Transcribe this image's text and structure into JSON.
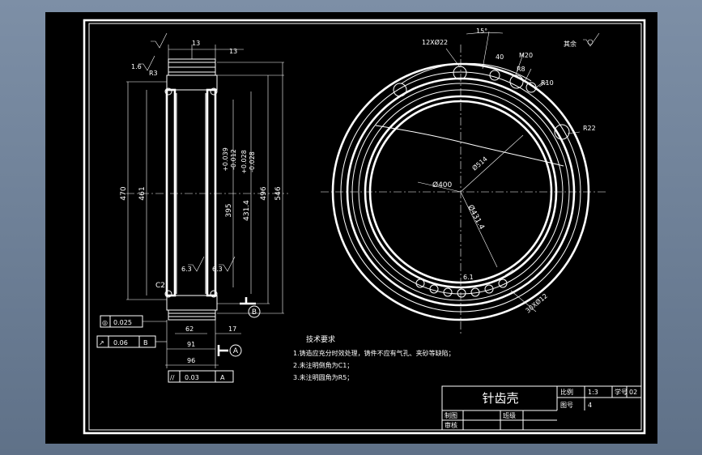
{
  "drawing": {
    "part_name": "针齿壳",
    "title_block": {
      "scale_label": "比例",
      "scale_value": "1:3",
      "number_label": "学号",
      "number_value": "02",
      "drawing_no_label": "图号",
      "drawing_no_value": "4",
      "drawn_by_label": "制图",
      "class_label": "班级",
      "checked_by_label": "审核"
    },
    "roughness_note": "其余",
    "tech_requirements": {
      "title": "技术要求",
      "items": [
        "1.铸造应充分时效处理，铸件不应有气孔、夹砂等缺陷；",
        "2.未注明倒角为C1；",
        "3.未注明圆角为R5；"
      ]
    },
    "section_view": {
      "dims": {
        "top_left_width": "13",
        "top_right_width": "13",
        "roughness_top": "1.6",
        "radius_top": "R3",
        "h_470": "470",
        "h_461": "461",
        "h_395": "395",
        "tol_395_upper": "+0.039",
        "tol_395_lower": "-0.012",
        "h_431": "431.4",
        "tol_431_upper": "+0.028",
        "tol_431_lower": "-0.028",
        "h_496": "496",
        "h_546": "546",
        "chamfer": "C2",
        "roughness_mid_left": "6.3",
        "roughness_mid_right": "6.3",
        "w_62": "62",
        "w_17": "17",
        "w_91": "91",
        "w_96": "96",
        "datum_b": "B",
        "datum_a": "A"
      },
      "tolerances": [
        {
          "symbol": "◎",
          "value": "0.025",
          "datum": ""
        },
        {
          "symbol": "↗",
          "value": "0.06",
          "datum": "B"
        },
        {
          "symbol": "//",
          "value": "0.03",
          "datum": "A"
        }
      ]
    },
    "front_view": {
      "dims": {
        "holes_top": "12XØ22",
        "angle": "15°",
        "pitch": "40",
        "thread": "M20",
        "r8": "R8",
        "r10": "R10",
        "r22": "R22",
        "d400": "Ø400",
        "d514": "Ø514",
        "d431": "Ø431.4",
        "dim_61": "6.1",
        "holes_bottom": "30XØ12"
      }
    }
  }
}
